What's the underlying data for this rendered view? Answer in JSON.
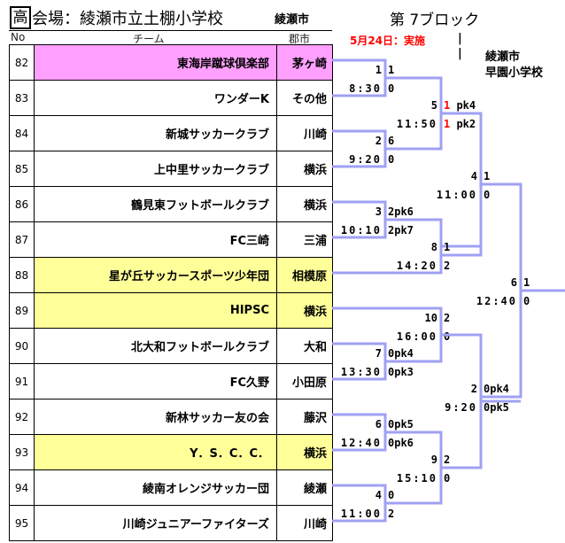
{
  "header": {
    "seed_mark": "高",
    "venue": "会場：綾瀬市立土棚小学校",
    "city": "綾瀬市",
    "block": "第 7ブロック",
    "col_no": "No",
    "col_team": "チーム",
    "col_city": "郡市",
    "date": "5月24日：実施",
    "sep1": "|",
    "sep2": "|",
    "venue2_city": "綾瀬市",
    "venue2_school": "早園小学校"
  },
  "colors": {
    "line": "#a0a0f4",
    "pink": "#ffa0ff",
    "yellow": "#ffff99",
    "red": "#ff0000"
  },
  "teams": [
    {
      "no": "82",
      "name": "東海岸蹴球倶楽部",
      "city": "茅ヶ崎",
      "hl": "pink"
    },
    {
      "no": "83",
      "name": "ワンダーK",
      "city": "その他",
      "hl": ""
    },
    {
      "no": "84",
      "name": "新城サッカークラブ",
      "city": "川崎",
      "hl": ""
    },
    {
      "no": "85",
      "name": "上中里サッカークラブ",
      "city": "横浜",
      "hl": ""
    },
    {
      "no": "86",
      "name": "鶴見東フットボールクラブ",
      "city": "横浜",
      "hl": ""
    },
    {
      "no": "87",
      "name": "FC三崎",
      "city": "三浦",
      "hl": ""
    },
    {
      "no": "88",
      "name": "星が丘サッカースポーツ少年団",
      "city": "相模原",
      "hl": "yellow"
    },
    {
      "no": "89",
      "name": "HIPSC",
      "city": "横浜",
      "hl": "yellow"
    },
    {
      "no": "90",
      "name": "北大和フットボールクラブ",
      "city": "大和",
      "hl": ""
    },
    {
      "no": "91",
      "name": "FC久野",
      "city": "小田原",
      "hl": ""
    },
    {
      "no": "92",
      "name": "新林サッカー友の会",
      "city": "藤沢",
      "hl": ""
    },
    {
      "no": "93",
      "name": "Y．S．C．C．",
      "city": "横浜",
      "hl": "yellow"
    },
    {
      "no": "94",
      "name": "綾南オレンジサッカー団",
      "city": "綾瀬",
      "hl": ""
    },
    {
      "no": "95",
      "name": "川崎ジュニアーファイターズ",
      "city": "川崎",
      "hl": ""
    }
  ],
  "matches": [
    {
      "no": "1",
      "time": "8:30",
      "top": "1",
      "top_pk": "",
      "bot": "0",
      "bot_pk": "",
      "red": false
    },
    {
      "no": "2",
      "time": "9:20",
      "top": "6",
      "top_pk": "",
      "bot": "0",
      "bot_pk": "",
      "red": false
    },
    {
      "no": "5",
      "time": "11:50",
      "top": "1",
      "top_pk": " pk4",
      "bot": "1",
      "bot_pk": " pk2",
      "red": true
    },
    {
      "no": "3",
      "time": "10:10",
      "top": "2",
      "top_pk": "pk6",
      "bot": "2",
      "bot_pk": "pk7",
      "red": false
    },
    {
      "no": "8",
      "time": "14:20",
      "top": "1",
      "top_pk": "",
      "bot": "2",
      "bot_pk": "",
      "red": false
    },
    {
      "no": "4",
      "time": "11:00",
      "top": "1",
      "top_pk": "",
      "bot": "0",
      "bot_pk": "",
      "red": false
    },
    {
      "no": "6",
      "time": "12:40",
      "top": "1",
      "top_pk": "",
      "bot": "0",
      "bot_pk": "",
      "red": false
    },
    {
      "no": "7",
      "time": "13:30",
      "top": "0",
      "top_pk": "pk4",
      "bot": "0",
      "bot_pk": "pk3",
      "red": false
    },
    {
      "no": "10",
      "time": "16:00",
      "top": "2",
      "top_pk": "",
      "bot": "0",
      "bot_pk": "",
      "red": false
    },
    {
      "no": "6",
      "time": "12:40",
      "top": "0",
      "top_pk": "pk5",
      "bot": "0",
      "bot_pk": "pk6",
      "red": false
    },
    {
      "no": "4",
      "time": "11:00",
      "top": "0",
      "top_pk": "",
      "bot": "2",
      "bot_pk": "",
      "red": false
    },
    {
      "no": "9",
      "time": "15:10",
      "top": "2",
      "top_pk": "",
      "bot": "0",
      "bot_pk": "",
      "red": false
    },
    {
      "no": "2",
      "time": "9:20",
      "top": "0",
      "top_pk": "pk4",
      "bot": "0",
      "bot_pk": "pk5",
      "red": false
    }
  ]
}
